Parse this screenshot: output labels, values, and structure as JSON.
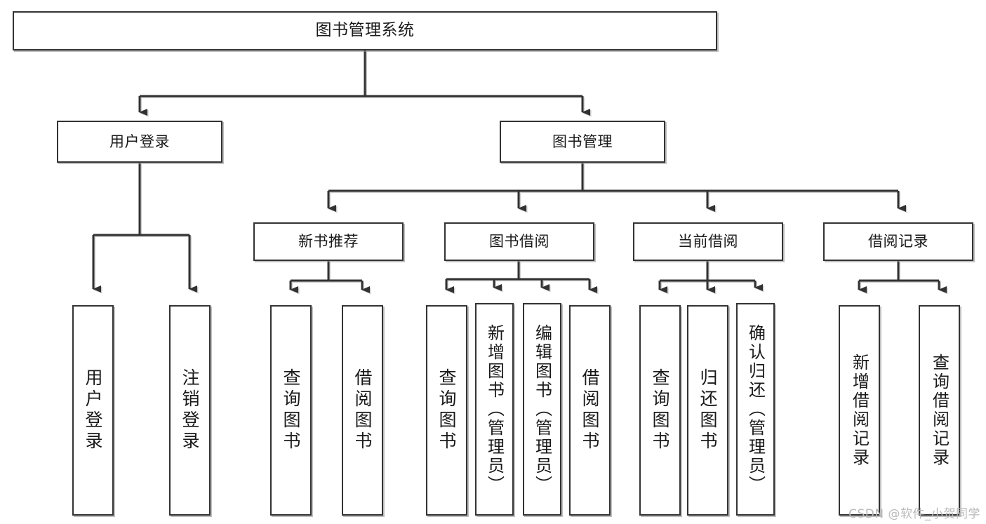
{
  "diagram": {
    "type": "tree-hierarchy-chart",
    "title": "图书管理系统",
    "watermark": "CSDN @软件_小贺同学",
    "colors": {
      "box_border": "#333333",
      "box_fill": "#ffffff",
      "connector": "#333333",
      "text": "#1a1a1a",
      "watermark": "#b9b9b9",
      "shadow": "#8c8c8c",
      "background": "#ffffff"
    },
    "levels": [
      {
        "level": 0,
        "nodes": [
          {
            "id": "root",
            "label": "图书管理系统",
            "orientation": "horizontal"
          }
        ]
      },
      {
        "level": 1,
        "nodes": [
          {
            "id": "user-login",
            "label": "用户登录",
            "orientation": "horizontal",
            "parent": "root"
          },
          {
            "id": "book-manage",
            "label": "图书管理",
            "orientation": "horizontal",
            "parent": "root"
          }
        ]
      },
      {
        "level": 2,
        "nodes": [
          {
            "id": "new-book-rec",
            "label": "新书推荐",
            "orientation": "horizontal",
            "parent": "book-manage"
          },
          {
            "id": "book-borrow",
            "label": "图书借阅",
            "orientation": "horizontal",
            "parent": "book-manage"
          },
          {
            "id": "current-borrow",
            "label": "当前借阅",
            "orientation": "horizontal",
            "parent": "book-manage"
          },
          {
            "id": "borrow-record",
            "label": "借阅记录",
            "orientation": "horizontal",
            "parent": "book-manage"
          }
        ]
      },
      {
        "level": 3,
        "nodes": [
          {
            "id": "leaf-user-login",
            "label": "用户登录",
            "orientation": "vertical",
            "parent": "user-login"
          },
          {
            "id": "leaf-logout",
            "label": "注销登录",
            "orientation": "vertical",
            "parent": "user-login"
          },
          {
            "id": "leaf-rec-query",
            "label": "查询图书",
            "orientation": "vertical",
            "parent": "new-book-rec"
          },
          {
            "id": "leaf-rec-borrow",
            "label": "借阅图书",
            "orientation": "vertical",
            "parent": "new-book-rec"
          },
          {
            "id": "leaf-borrow-query",
            "label": "查询图书",
            "orientation": "vertical",
            "parent": "book-borrow"
          },
          {
            "id": "leaf-add-book",
            "label": "新增图书（管理员）",
            "orientation": "vertical",
            "parent": "book-borrow"
          },
          {
            "id": "leaf-edit-book",
            "label": "编辑图书（管理员）",
            "orientation": "vertical",
            "parent": "book-borrow"
          },
          {
            "id": "leaf-borrow-book",
            "label": "借阅图书",
            "orientation": "vertical",
            "parent": "book-borrow"
          },
          {
            "id": "leaf-cur-query",
            "label": "查询图书",
            "orientation": "vertical",
            "parent": "current-borrow"
          },
          {
            "id": "leaf-return-book",
            "label": "归还图书",
            "orientation": "vertical",
            "parent": "current-borrow"
          },
          {
            "id": "leaf-confirm-return",
            "label": "确认归还（管理员）",
            "orientation": "vertical",
            "parent": "current-borrow"
          },
          {
            "id": "leaf-add-record",
            "label": "新增借阅记录",
            "orientation": "vertical",
            "parent": "borrow-record"
          },
          {
            "id": "leaf-query-record",
            "label": "查询借阅记录",
            "orientation": "vertical",
            "parent": "borrow-record"
          }
        ]
      }
    ]
  }
}
